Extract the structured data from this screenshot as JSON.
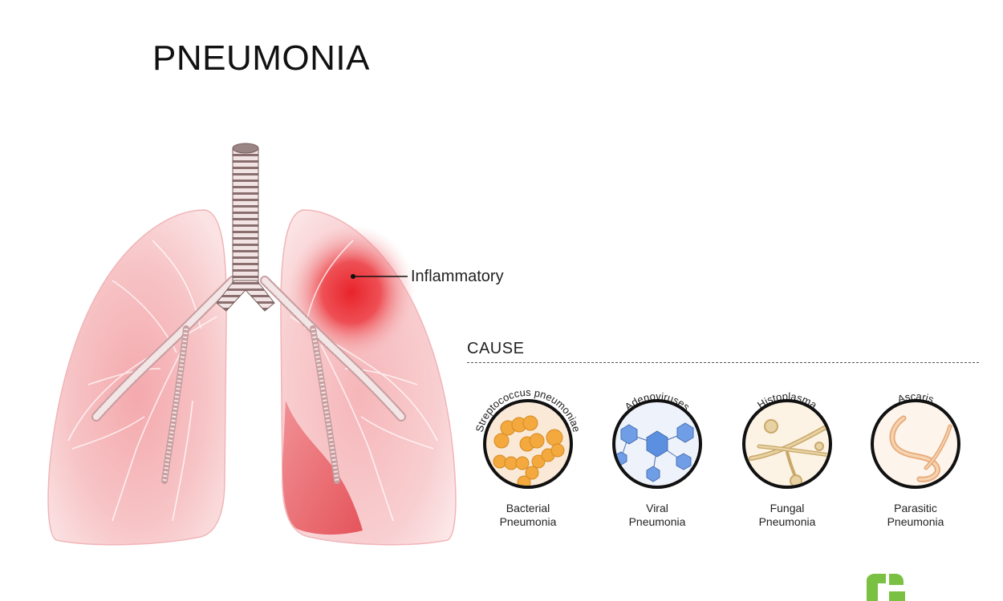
{
  "title": "PNEUMONIA",
  "callout": {
    "label": "Inflammatory"
  },
  "cause": {
    "heading": "CAUSE",
    "items": [
      {
        "organism": "Streptococcus pneumoniae",
        "line1": "Bacterial",
        "line2": "Pneumonia",
        "icon": "bacteria-icon"
      },
      {
        "organism": "Adenoviruses",
        "line1": "Viral",
        "line2": "Pneumonia",
        "icon": "virus-icon"
      },
      {
        "organism": "Histoplasma",
        "line1": "Fungal",
        "line2": "Pneumonia",
        "icon": "fungus-icon"
      },
      {
        "organism": "Ascaris",
        "line1": "Parasitic",
        "line2": "Pneumonia",
        "icon": "worm-icon"
      }
    ]
  },
  "colors": {
    "lung": "#f7c9cb",
    "inflammation": "#e8232a",
    "bacteria": "#f3a93d",
    "virus": "#5b8fe0",
    "fungus": "#dcc28a",
    "worm": "#f1c49a",
    "brand": "#7ac143"
  }
}
